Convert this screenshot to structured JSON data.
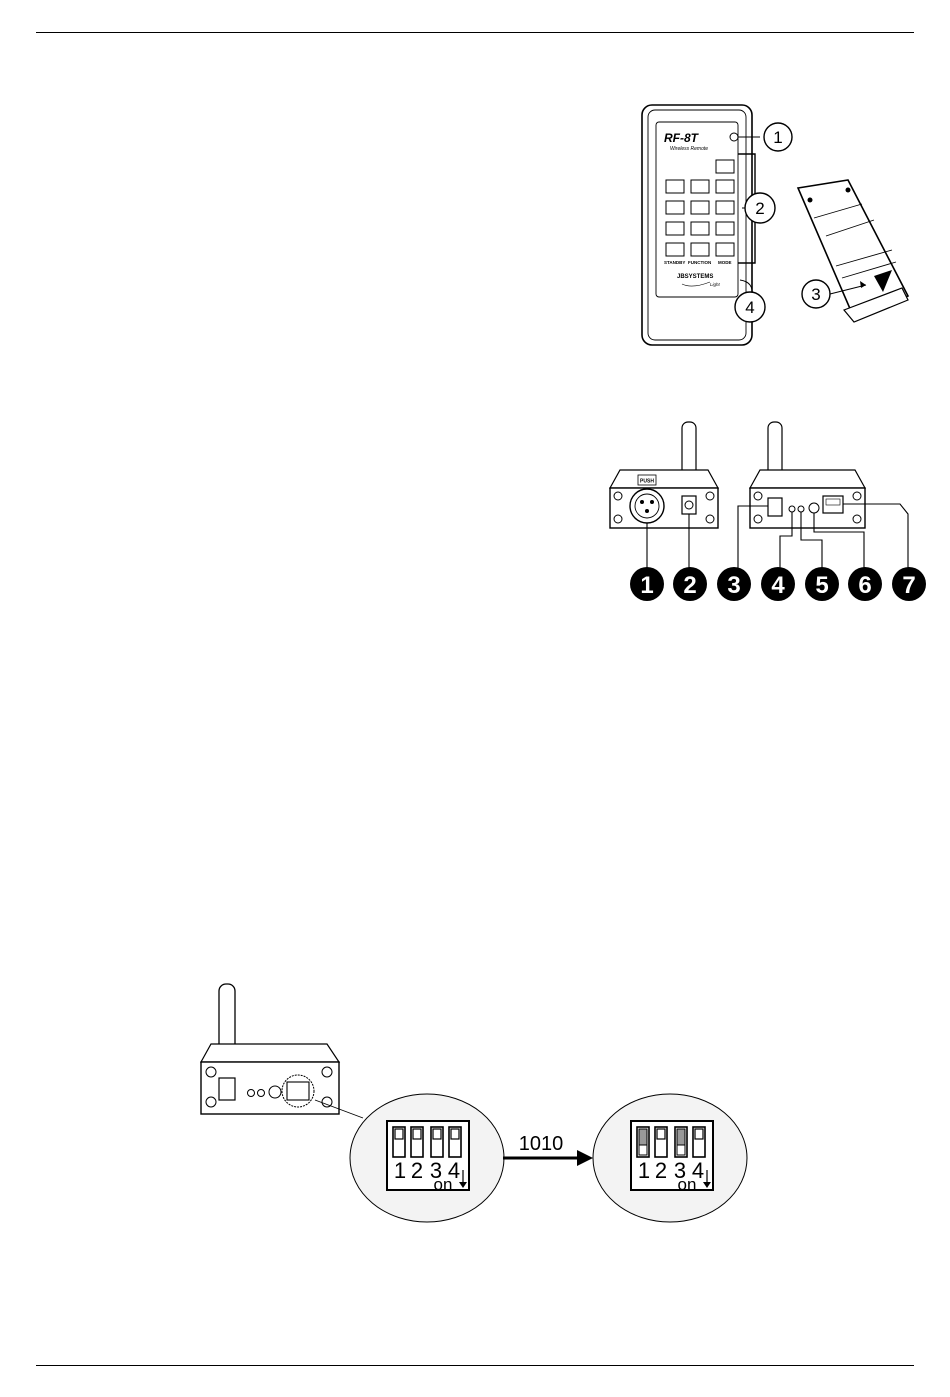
{
  "remote": {
    "brand_text": "RF-8T",
    "subtitle_text": "Wireless Remote",
    "button_labels": [
      "STANDBY",
      "FUNCTION",
      "MODE"
    ],
    "logo_text": "JBSYSTEMS",
    "logo_sub": "Light",
    "callouts": [
      "1",
      "2",
      "3",
      "4"
    ]
  },
  "receiver": {
    "push_label": "PUSH",
    "callouts": [
      "1",
      "2",
      "3",
      "4",
      "5",
      "6",
      "7"
    ]
  },
  "dip": {
    "code": "1010",
    "switch_numbers": [
      "1",
      "2",
      "3",
      "4"
    ],
    "on_label": "on"
  }
}
